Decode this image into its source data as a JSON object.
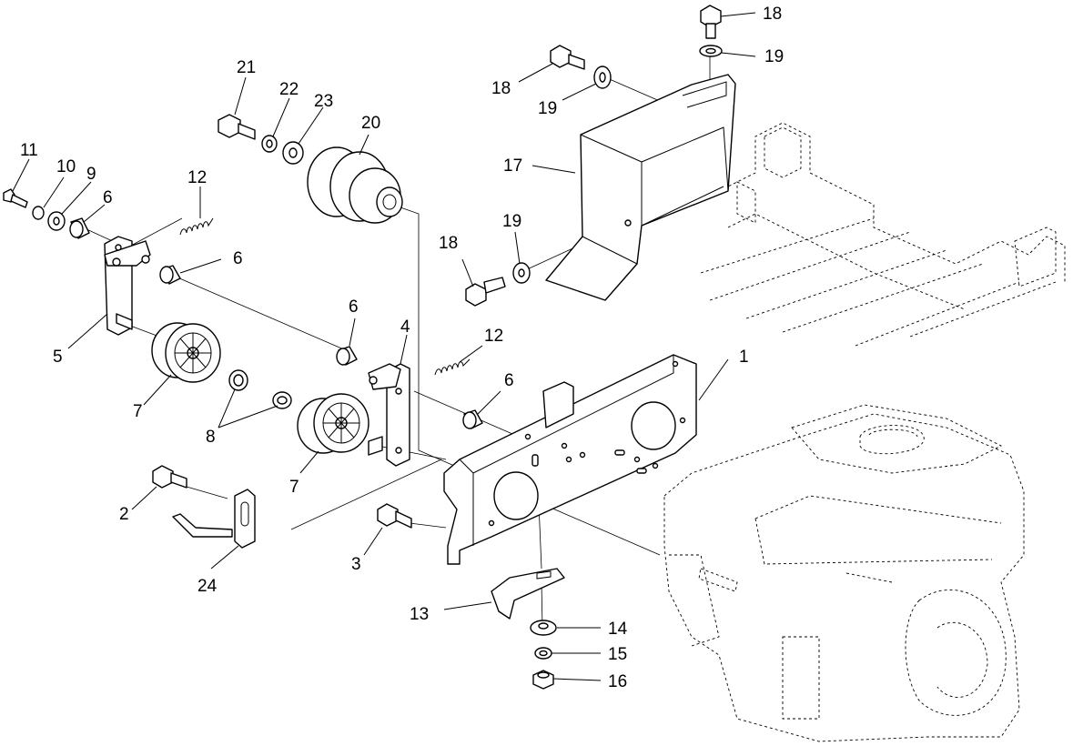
{
  "diagram": {
    "callouts": [
      {
        "id": "c1",
        "text": "1"
      },
      {
        "id": "c2",
        "text": "2"
      },
      {
        "id": "c3",
        "text": "3"
      },
      {
        "id": "c4",
        "text": "4"
      },
      {
        "id": "c5",
        "text": "5"
      },
      {
        "id": "c6a",
        "text": "6"
      },
      {
        "id": "c6b",
        "text": "6"
      },
      {
        "id": "c6c",
        "text": "6"
      },
      {
        "id": "c6d",
        "text": "6"
      },
      {
        "id": "c7a",
        "text": "7"
      },
      {
        "id": "c7b",
        "text": "7"
      },
      {
        "id": "c8",
        "text": "8"
      },
      {
        "id": "c9",
        "text": "9"
      },
      {
        "id": "c10",
        "text": "10"
      },
      {
        "id": "c11",
        "text": "11"
      },
      {
        "id": "c12a",
        "text": "12"
      },
      {
        "id": "c12b",
        "text": "12"
      },
      {
        "id": "c13",
        "text": "13"
      },
      {
        "id": "c14",
        "text": "14"
      },
      {
        "id": "c15",
        "text": "15"
      },
      {
        "id": "c16",
        "text": "16"
      },
      {
        "id": "c17",
        "text": "17"
      },
      {
        "id": "c18a",
        "text": "18"
      },
      {
        "id": "c18b",
        "text": "18"
      },
      {
        "id": "c18c",
        "text": "18"
      },
      {
        "id": "c19a",
        "text": "19"
      },
      {
        "id": "c19b",
        "text": "19"
      },
      {
        "id": "c19c",
        "text": "19"
      },
      {
        "id": "c20",
        "text": "20"
      },
      {
        "id": "c21",
        "text": "21"
      },
      {
        "id": "c22",
        "text": "22"
      },
      {
        "id": "c23",
        "text": "23"
      },
      {
        "id": "c24",
        "text": "24"
      }
    ]
  }
}
